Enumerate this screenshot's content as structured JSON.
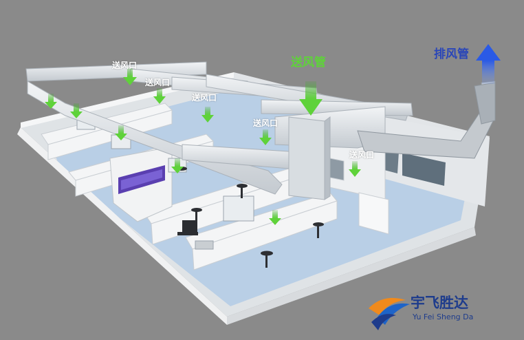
{
  "labels": {
    "supply_outlet": "送风口",
    "supply_duct": "送风管",
    "exhaust_duct": "排风管"
  },
  "logo": {
    "name_cn": "宇飞胜达",
    "name_en": "Yu Fei Sheng Da"
  },
  "colors": {
    "background": "#8a8a8a",
    "supply_green": "#5fd23a",
    "exhaust_blue": "#2a5ae6",
    "brand_blue": "#1e3c8c",
    "floor_blue": "#b9cfe6"
  }
}
